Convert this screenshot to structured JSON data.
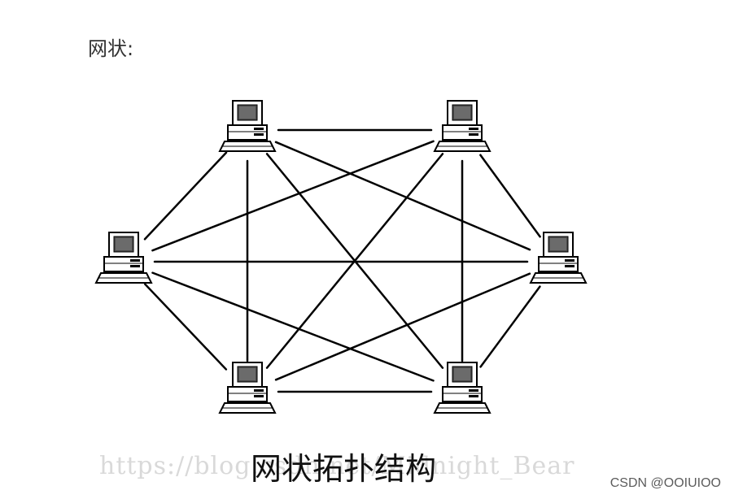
{
  "header": {
    "label": "网状:"
  },
  "diagram": {
    "caption": "网状拓扑结构",
    "nodes": [
      {
        "id": "top-left",
        "icon": "computer-icon"
      },
      {
        "id": "top-right",
        "icon": "computer-icon"
      },
      {
        "id": "left",
        "icon": "computer-icon"
      },
      {
        "id": "right",
        "icon": "computer-icon"
      },
      {
        "id": "bottom-left",
        "icon": "computer-icon"
      },
      {
        "id": "bottom-right",
        "icon": "computer-icon"
      }
    ],
    "edges": [
      [
        "top-left",
        "top-right"
      ],
      [
        "top-left",
        "left"
      ],
      [
        "top-left",
        "bottom-left"
      ],
      [
        "top-left",
        "right"
      ],
      [
        "top-left",
        "bottom-right"
      ],
      [
        "top-right",
        "left"
      ],
      [
        "top-right",
        "bottom-left"
      ],
      [
        "top-right",
        "right"
      ],
      [
        "top-right",
        "bottom-right"
      ],
      [
        "left",
        "right"
      ],
      [
        "left",
        "bottom-left"
      ],
      [
        "left",
        "bottom-right"
      ],
      [
        "right",
        "bottom-left"
      ],
      [
        "right",
        "bottom-right"
      ],
      [
        "bottom-left",
        "bottom-right"
      ]
    ]
  },
  "watermark": {
    "text": "https://blog.csdn.net/Midnight_Bear"
  },
  "credit": {
    "text": "CSDN @OOIUIOO"
  }
}
